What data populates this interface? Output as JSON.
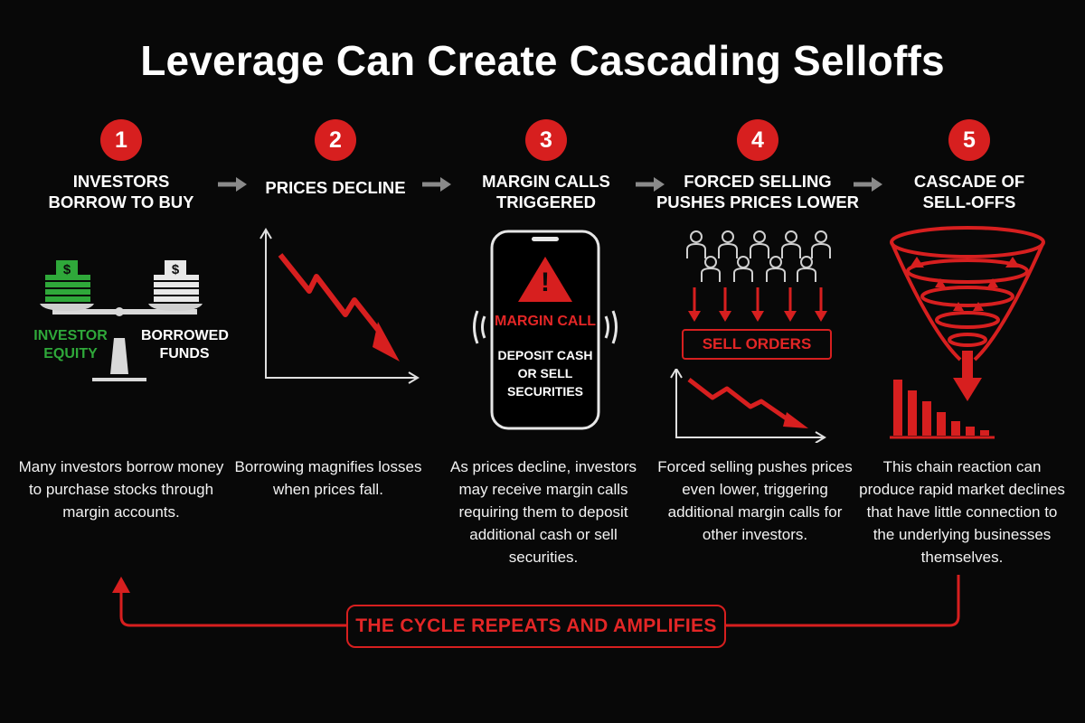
{
  "title": "Leverage Can Create Cascading Selloffs",
  "steps": [
    {
      "number": "1",
      "heading_lines": [
        "INVESTORS",
        "BORROW TO BUY"
      ],
      "description": "Many investors borrow money to purchase stocks through margin accounts."
    },
    {
      "number": "2",
      "heading_lines": [
        "PRICES DECLINE"
      ],
      "description": "Borrowing magnifies losses when prices fall."
    },
    {
      "number": "3",
      "heading_lines": [
        "MARGIN CALLS",
        "TRIGGERED"
      ],
      "description": "As prices decline, investors may receive margin calls requiring them to deposit additional cash or sell securities."
    },
    {
      "number": "4",
      "heading_lines": [
        "FORCED SELLING",
        "PUSHES PRICES LOWER"
      ],
      "description": "Forced selling pushes prices even lower, triggering additional margin calls for other investors."
    },
    {
      "number": "5",
      "heading_lines": [
        "CASCADE OF",
        "SELL-OFFS"
      ],
      "description": "This chain reaction can produce rapid market declines that have little connection to the underlying businesses themselves."
    }
  ],
  "scale": {
    "left_label_lines": [
      "INVESTOR",
      "EQUITY"
    ],
    "right_label_lines": [
      "BORROWED",
      "FUNDS"
    ],
    "currency_symbol": "$"
  },
  "phone": {
    "alert_title": "MARGIN CALL",
    "message_lines": [
      "DEPOSIT CASH",
      "OR SELL",
      "SECURITIES"
    ],
    "warning_symbol": "!"
  },
  "sell_orders_label": "SELL ORDERS",
  "cycle_label": "THE CYCLE REPEATS AND AMPLIFIES",
  "colors": {
    "accent_red": "#d71f1f",
    "equity_green": "#2fa83a",
    "background": "#080808",
    "connector_gray": "#8a8a8a"
  }
}
